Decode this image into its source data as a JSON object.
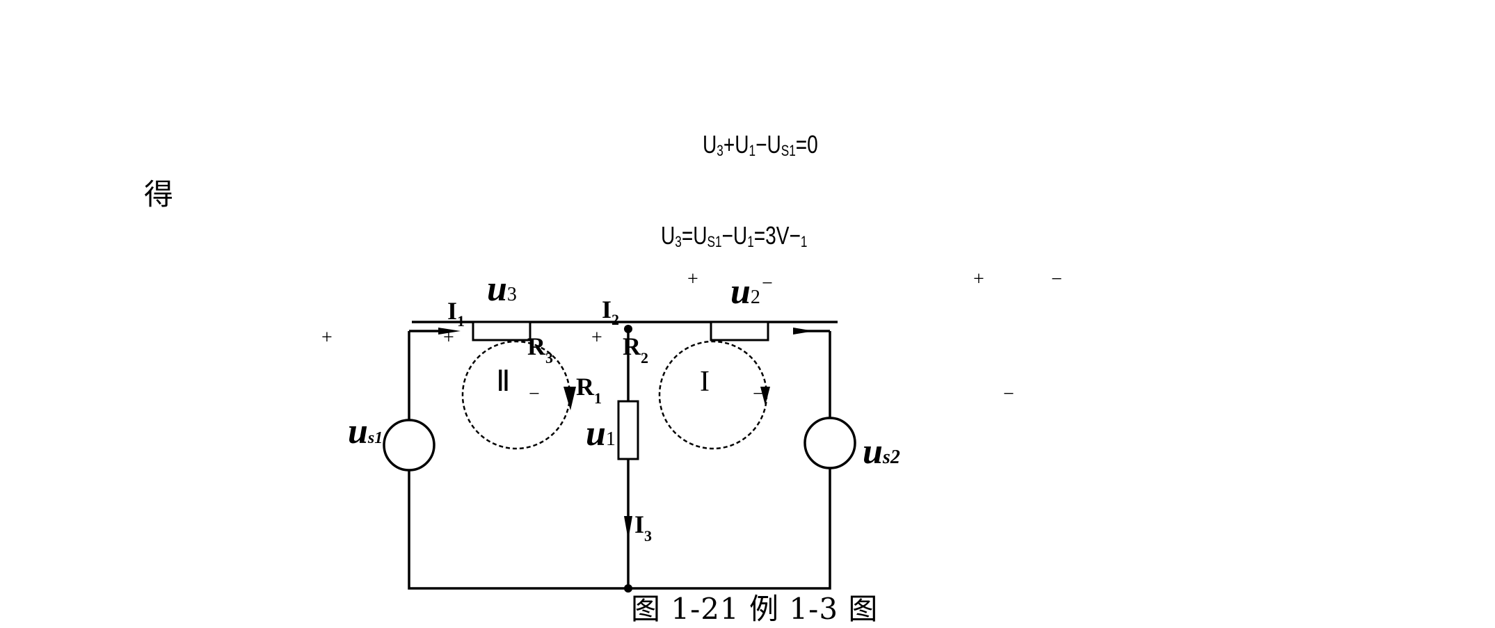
{
  "equations": {
    "eq1": {
      "u": "U",
      "u_sub": "3",
      "plus": "+U",
      "u1_sub": "1",
      "minus": "−U",
      "us_sub": "S1",
      "tail": "=0"
    },
    "eq2": {
      "u": "U",
      "u_sub": "3",
      "eq": "=U",
      "us_sub": "S1",
      "minus": "−U",
      "u1_sub": "1",
      "tail": "=3V",
      "extra": "−",
      "extra_sub": "1"
    }
  },
  "de_label": "得",
  "caption": "图 1-21    例 1-3 图",
  "circuit": {
    "labels": {
      "u3": {
        "main": "u",
        "sub": "3"
      },
      "u2": {
        "main": "u",
        "sub": "2"
      },
      "u1": {
        "main": "u",
        "sub": "1"
      },
      "us1": {
        "main": "u",
        "sub": "s1"
      },
      "us2": {
        "main": "u",
        "sub": "s2"
      },
      "I1": {
        "main": "I",
        "sub": "1"
      },
      "I2": {
        "main": "I",
        "sub": "2"
      },
      "I3": {
        "main": "I",
        "sub": "3"
      },
      "R1": {
        "main": "R",
        "sub": "1"
      },
      "R2": {
        "main": "R",
        "sub": "2"
      },
      "R3": {
        "main": "R",
        "sub": "3"
      },
      "loop1": "I",
      "loop2": "Ⅱ"
    },
    "signs": {
      "plus": "+",
      "minus": "−"
    }
  }
}
